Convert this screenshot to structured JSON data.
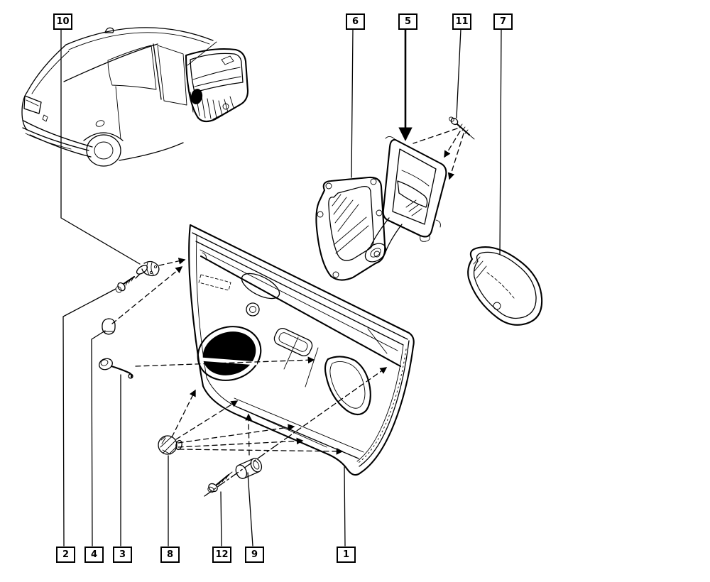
{
  "diagram": {
    "kind": "exploded-parts-line-diagram",
    "colors": {
      "line": "#000000",
      "background": "#ffffff",
      "speaker_fill": "#000000"
    },
    "callouts": [
      {
        "label": "10",
        "part": "panel-trim-clip"
      },
      {
        "label": "6",
        "part": "handle-gasket-seal"
      },
      {
        "label": "5",
        "part": "interior-handle-housing"
      },
      {
        "label": "11",
        "part": "housing-screw"
      },
      {
        "label": "7",
        "part": "handle-bezel-cover"
      },
      {
        "label": "2",
        "part": "panel-screw"
      },
      {
        "label": "4",
        "part": "cover-cap"
      },
      {
        "label": "3",
        "part": "trim-pin-clip"
      },
      {
        "label": "8",
        "part": "retaining-ball-clip"
      },
      {
        "label": "12",
        "part": "lower-screw"
      },
      {
        "label": "9",
        "part": "clip-grommet"
      },
      {
        "label": "1",
        "part": "door-trim-panel"
      }
    ]
  }
}
